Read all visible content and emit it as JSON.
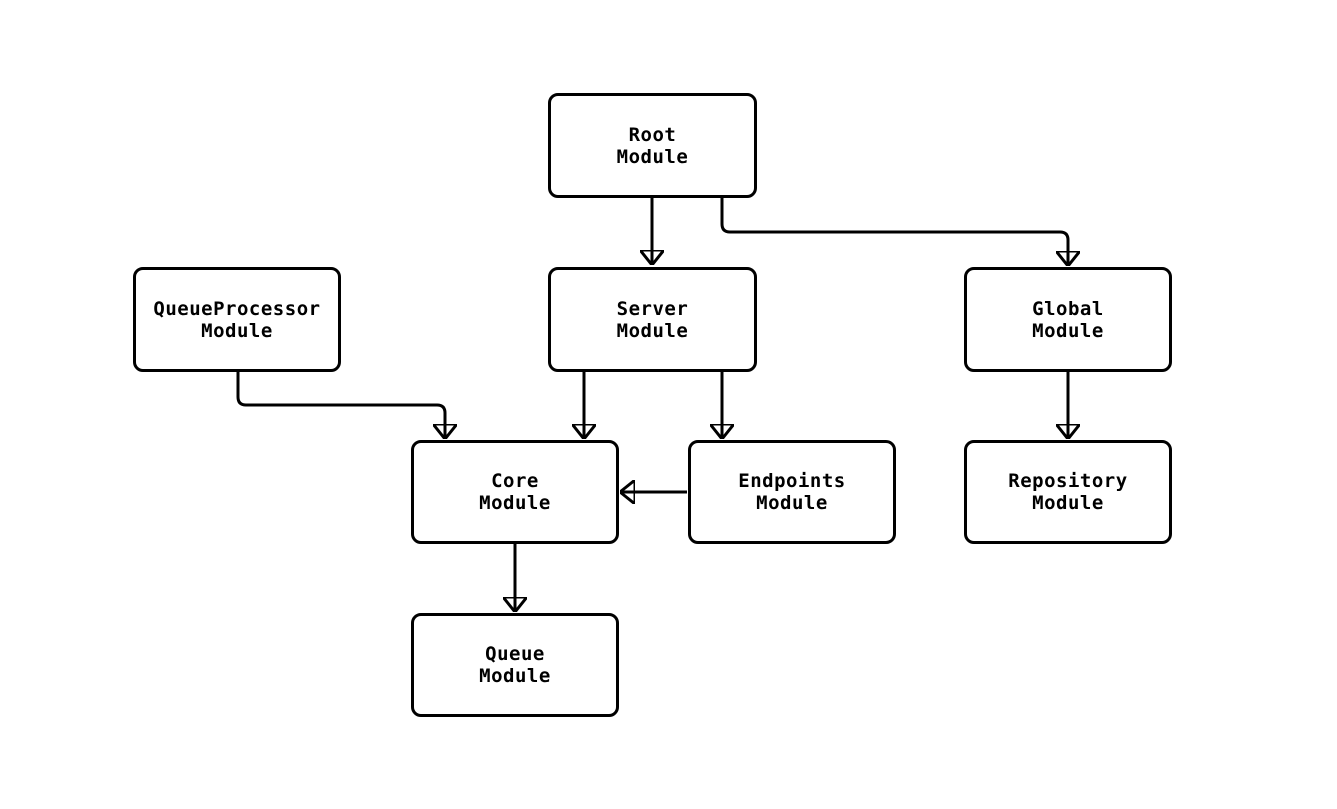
{
  "diagram": {
    "type": "module-dependency-flowchart",
    "background_color": "#ffffff",
    "stroke_color": "#000000",
    "text_color": "#000000",
    "node_fill_color": "#ffffff",
    "nodes": [
      {
        "id": "root",
        "label": "Root\nModule"
      },
      {
        "id": "queueprocessor",
        "label": "QueueProcessor\nModule"
      },
      {
        "id": "server",
        "label": "Server\nModule"
      },
      {
        "id": "global",
        "label": "Global\nModule"
      },
      {
        "id": "core",
        "label": "Core\nModule"
      },
      {
        "id": "endpoints",
        "label": "Endpoints\nModule"
      },
      {
        "id": "repository",
        "label": "Repository\nModule"
      },
      {
        "id": "queue",
        "label": "Queue\nModule"
      }
    ],
    "edges": [
      {
        "from": "root",
        "to": "server"
      },
      {
        "from": "root",
        "to": "global"
      },
      {
        "from": "queueprocessor",
        "to": "core"
      },
      {
        "from": "server",
        "to": "core"
      },
      {
        "from": "server",
        "to": "endpoints"
      },
      {
        "from": "endpoints",
        "to": "core"
      },
      {
        "from": "global",
        "to": "repository"
      },
      {
        "from": "core",
        "to": "queue"
      }
    ]
  }
}
